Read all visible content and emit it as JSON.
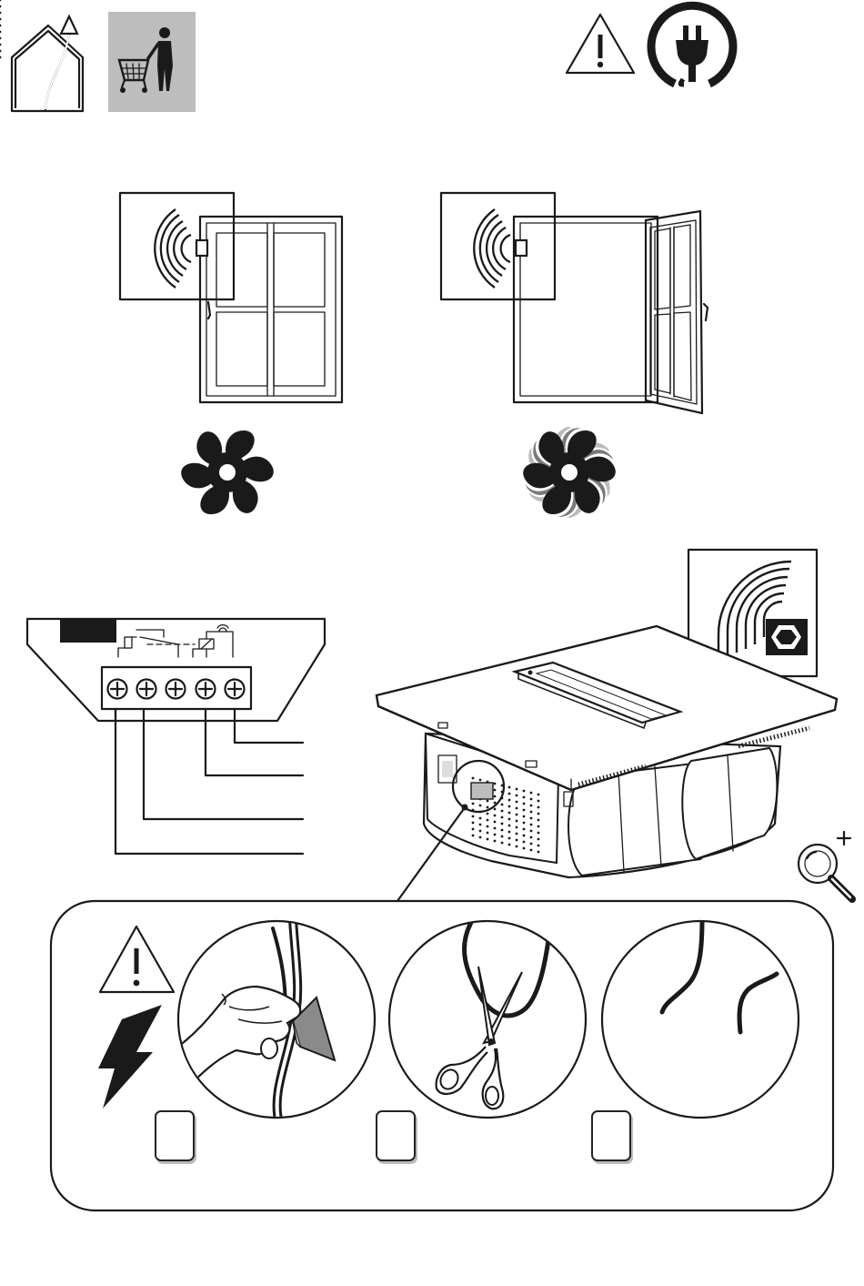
{
  "colors": {
    "line": "#1a1a1a",
    "panel_grey": "#bdbdbd",
    "dark_grey": "#7a7a7a",
    "figure_grey": "#555555",
    "white": "#ffffff"
  },
  "icons": {
    "top_left": [
      "house-exhaust-icon",
      "shopping-cart-person-icon"
    ],
    "top_right": [
      "warning-triangle-icon",
      "power-plug-icon"
    ],
    "windows": [
      "window-closed-sensor-icon",
      "window-open-sensor-icon"
    ],
    "fans": [
      "fan-stopped-icon",
      "fan-running-icon"
    ],
    "wiring": [
      "relay-terminal-block-icon"
    ],
    "hob": [
      "induction-hob-with-extractor-icon",
      "wireless-sensor-icon",
      "magnifier-zoom-icon"
    ],
    "steps_panel": [
      "warning-triangle-icon",
      "lightning-bolt-icon",
      "remove-label-step-icon",
      "cut-cable-step-icon",
      "cable-cut-result-icon"
    ]
  },
  "steps": [
    {
      "name": "step-1-number-box",
      "number": ""
    },
    {
      "name": "step-2-number-box",
      "number": ""
    },
    {
      "name": "step-3-number-box",
      "number": ""
    }
  ]
}
